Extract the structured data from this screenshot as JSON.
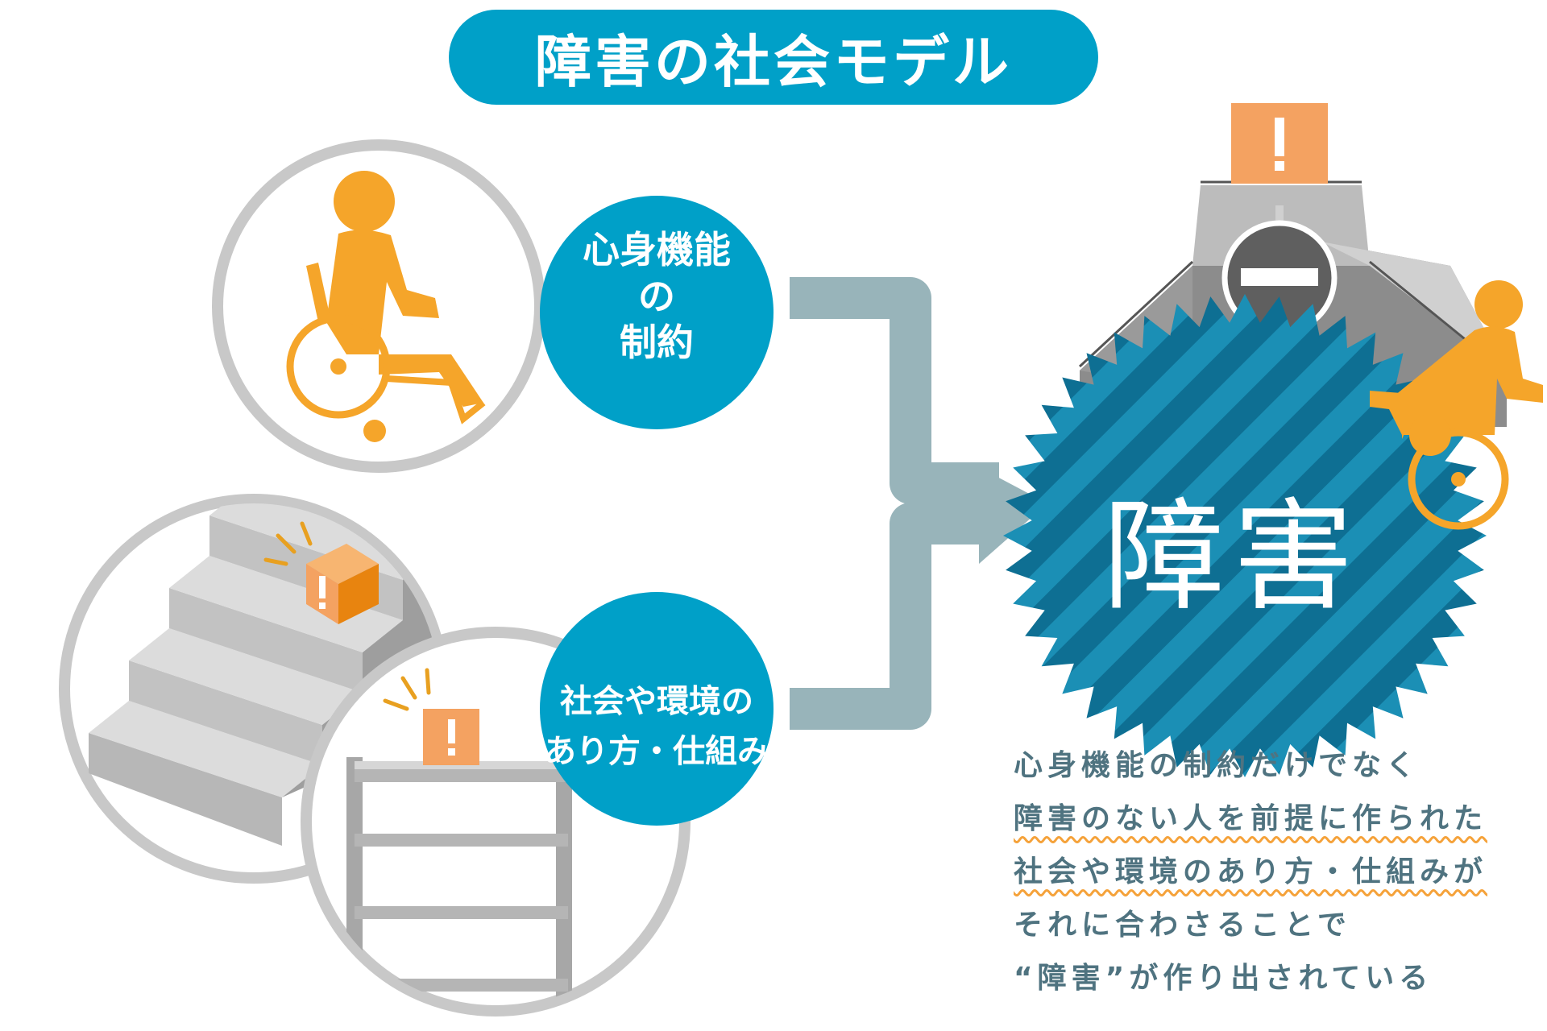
{
  "title": "障害の社会モデル",
  "factors": [
    {
      "label_lines": [
        "心身機能",
        "の",
        "制約"
      ]
    },
    {
      "label_lines": [
        "社会や環境の",
        "あり方・仕組み"
      ]
    }
  ],
  "result": {
    "label": "障害"
  },
  "description": {
    "lines": [
      "心身機能の制約だけでなく",
      "障害のない人を前提に作られた",
      "社会や環境のあり方・仕組みが",
      "それに合わさることで",
      "“障害”が作り出されている"
    ]
  },
  "colors": {
    "accent_blue": "#00a0c8",
    "orange": "#f5a52a",
    "gray_circle": "#c8c8c8",
    "arrow": "#98b4ba",
    "text": "#4f7380",
    "warning_box": "#f4a261"
  },
  "icons": [
    "wheelchair-user-icon",
    "stairs-icon",
    "ladder-icon",
    "warning-box-icon",
    "no-entry-sign-icon",
    "fortress-wall-icon"
  ]
}
